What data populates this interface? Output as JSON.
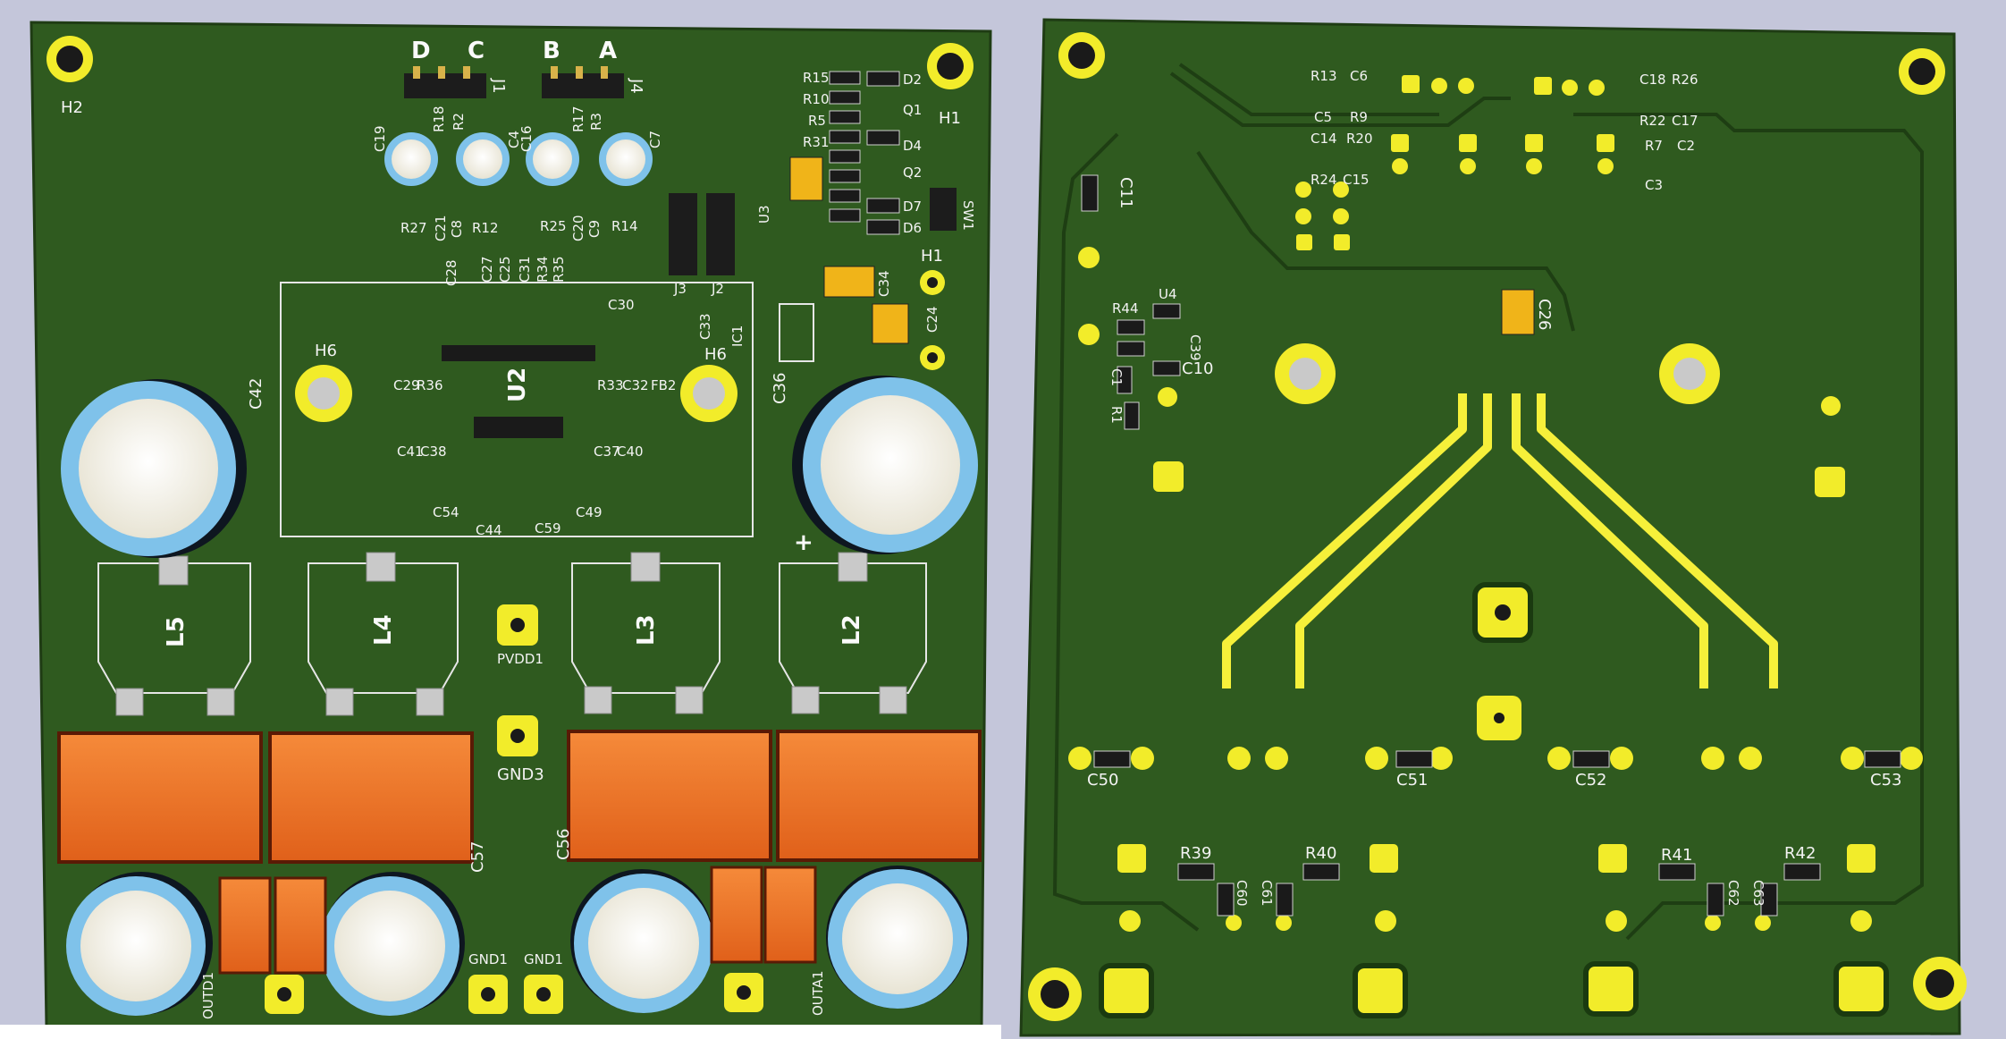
{
  "colors": {
    "background": "#c4c6da",
    "board": "#2f5a1f",
    "board_dark": "#24491a",
    "silkscreen": "#f2f2f2",
    "pad_gold": "#f2ec2a",
    "copper_trace_glow": "#f6f03a",
    "capacitor_sleeve": "#7fc2ea",
    "capacitor_body": "#0e1620",
    "capacitor_top": "#f6f3e8",
    "film_cap_orange": "#f07424",
    "tantalum_yellow": "#f0b419"
  },
  "front_view": {
    "connector_headers": {
      "d": "D",
      "c": "C",
      "b": "B",
      "a": "A",
      "j1": "J1",
      "j4": "J4",
      "j2": "J2",
      "j3": "J3"
    },
    "mounting_holes": {
      "h2": "H2",
      "h1_top": "H1",
      "h1": "H1",
      "h6_left": "H6",
      "h6_right": "H6"
    },
    "bulk_caps": {
      "c42": "C42",
      "c36": "C36",
      "c57": "C57",
      "c56": "C56"
    },
    "inductors": [
      "L5",
      "L4",
      "L3",
      "L2"
    ],
    "test_points": {
      "pvdd1": "PVDD1",
      "gnd3": "GND3",
      "gnd1_a": "GND1",
      "gnd1_b": "GND1"
    },
    "outputs": {
      "outd1": "OUTD1",
      "outa1": "OUTA1"
    },
    "chips": {
      "u2": "U2",
      "u3": "U3",
      "ic1": "IC1"
    },
    "small_labels": {
      "c19": "C19",
      "r18": "R18",
      "r2": "R2",
      "c4": "C4",
      "c16": "C16",
      "r17": "R17",
      "r3": "R3",
      "c7": "C7",
      "r27": "R27",
      "c21": "C21",
      "c8": "C8",
      "r12": "R12",
      "r25": "R25",
      "c20": "C20",
      "c9": "C9",
      "r14": "R14",
      "r15": "R15",
      "r10": "R10",
      "r5": "R5",
      "r31": "R31",
      "d2": "D2",
      "q1": "Q1",
      "d4": "D4",
      "q2": "Q2",
      "d7": "D7",
      "d6": "D6",
      "sw1": "SW1",
      "c34": "C34",
      "c24": "C24",
      "c28": "C28",
      "c27": "C27",
      "c25": "C25",
      "c31": "C31",
      "r34": "R34",
      "r35": "R35",
      "c30": "C30",
      "c33": "C33",
      "c29": "C29",
      "r36": "R36",
      "r33": "R33",
      "c32": "C32",
      "fb2": "FB2",
      "c41": "C41",
      "c38": "C38",
      "c37": "C37",
      "c40": "C40",
      "c54": "C54",
      "c44": "C44",
      "c59": "C59",
      "c49": "C49",
      "plus": "+"
    }
  },
  "back_view": {
    "caps": {
      "c50": "C50",
      "c51": "C51",
      "c52": "C52",
      "c53": "C53",
      "c60": "C60",
      "c61": "C61",
      "c62": "C62",
      "c63": "C63",
      "c11": "C11",
      "c26": "C26",
      "c10": "C10",
      "c39": "C39",
      "c1": "C1"
    },
    "resistors": {
      "r39": "R39",
      "r40": "R40",
      "r41": "R41",
      "r42": "R42",
      "r44": "R44",
      "r1": "R1",
      "r13": "R13",
      "r9": "R9",
      "r24": "R24",
      "r20": "R20",
      "r22": "R22",
      "r26": "R26",
      "r7": "R7"
    },
    "others": {
      "u4": "U4",
      "c6": "C6",
      "c5": "C5",
      "c14": "C14",
      "c15": "C15",
      "c18": "C18",
      "c17": "C17",
      "c2": "C2",
      "c3": "C3"
    }
  }
}
